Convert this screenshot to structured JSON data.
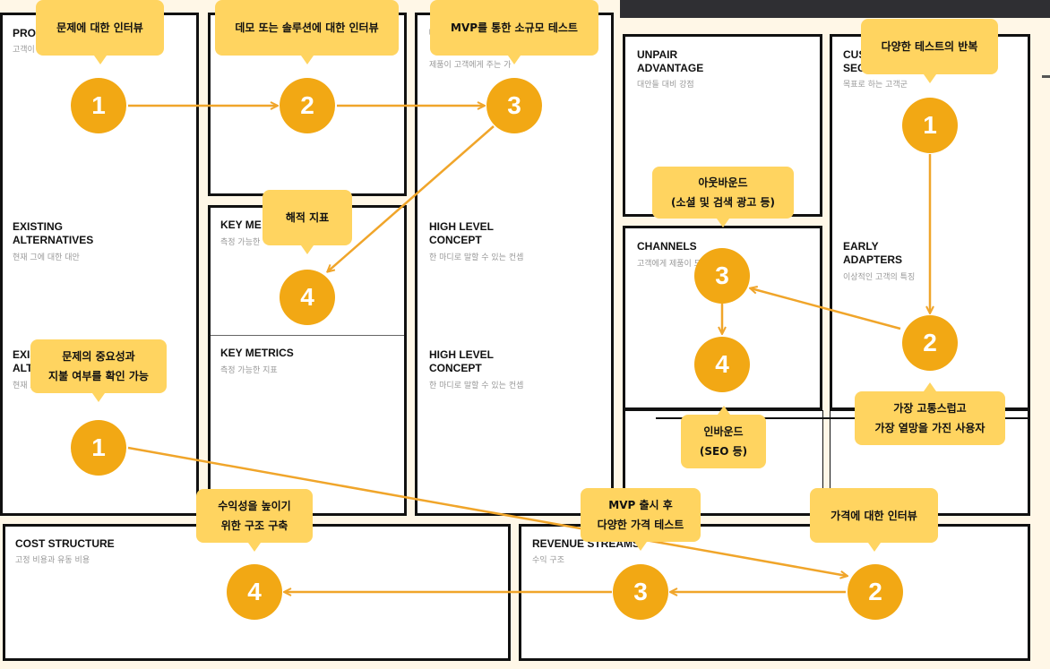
{
  "boxes": {
    "problem": {
      "title": "PRO",
      "sub": "고객이"
    },
    "existing_alt1": {
      "title": "EXISTING\nALTERNATIVES",
      "sub": "현재 그에 대한 대안"
    },
    "existing_alt2": {
      "title": "EXIS\nALT",
      "sub": "현재 그"
    },
    "solution": {
      "title": "",
      "sub": ""
    },
    "key_metrics1": {
      "title": "KEY ME",
      "sub": "측정 가능한"
    },
    "key_metrics2": {
      "title": "KEY METRICS",
      "sub": "측정 가능한 지표"
    },
    "uvp": {
      "title": "U",
      "sub": "제품이 고객에게 주는 가"
    },
    "high_level1": {
      "title": "HIGH LEVEL\nCONCEPT",
      "sub": "한 마디로 말할 수 있는 컨셉"
    },
    "high_level2": {
      "title": "HIGH LEVEL\nCONCEPT",
      "sub": "한 마디로 말할 수 있는 컨셉"
    },
    "unfair": {
      "title": "UNPAIR\nADVANTAGE",
      "sub": "대안들 대비 강점"
    },
    "customer_seg": {
      "title": "CUS\nSEG",
      "sub": "목표로 하는 고객군"
    },
    "channels": {
      "title": "CHANNELS",
      "sub": "고객에게 제품이 도"
    },
    "early_adopters": {
      "title": "EARLY\nADAPTERS",
      "sub": "이상적인 고객의 특징"
    },
    "cost": {
      "title": "COST STRUCTURE",
      "sub": "고정 비용과 유동 비용"
    },
    "revenue": {
      "title": "REVENUE STREAMS",
      "sub": "수익 구조"
    }
  },
  "bubbles": {
    "b_problem_interview": "문제에 대한 인터뷰",
    "b_demo_interview": "데모 또는 솔루션에 대한 인터뷰",
    "b_mvp_test": "MVP를 통한 소규모 테스트",
    "b_repeat_tests": "다양한 테스트의 반복",
    "b_outbound": "아웃바운드\n(소셜 및 검색 광고 등)",
    "b_pirate_metrics": "해적 지표",
    "b_problem_importance": "문제의 중요성과\n지불 여부를 확인 가능",
    "b_passionate_users": "가장 고통스럽고\n가장 열망을 가진 사용자",
    "b_inbound": "인바운드\n(SEO 등)",
    "b_revenue_structure": "수익성을 높이기\n위한 구조 구축",
    "b_mvp_launch": "MVP 출시 후\n다양한 가격 테스트",
    "b_price_interview": "가격에 대한 인터뷰"
  },
  "circles": {
    "p1": "1",
    "p2": "2",
    "p3": "3",
    "p4": "4",
    "c1": "1",
    "c2": "2",
    "c3": "3",
    "c4": "4",
    "r1": "1",
    "r2": "2",
    "r3": "3",
    "r4": "4"
  },
  "colors": {
    "accent": "#f2a814",
    "bubble": "#ffd460",
    "arrow": "#f0a52a"
  }
}
